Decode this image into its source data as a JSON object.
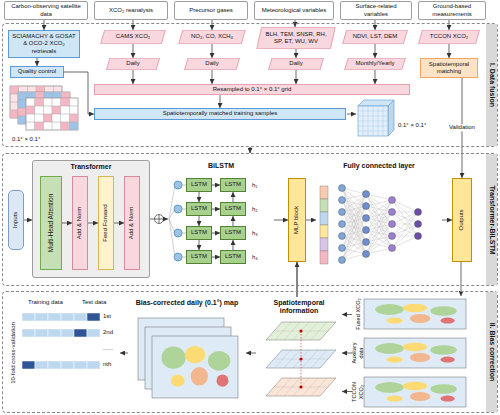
{
  "diagram": {
    "nodes": [
      {
        "text": [
          "I. Data fusion"
        ]
      },
      {
        "text": [
          "Transformer-BiLSTM"
        ]
      },
      {
        "text": [
          "II. Bias correction"
        ]
      },
      {
        "text": [
          "Carbon-observing satellite data"
        ]
      },
      {
        "text": [
          "XCO₂ reanalysis"
        ]
      },
      {
        "text": [
          "Precursor gases"
        ]
      },
      {
        "text": [
          "Meteorological variables"
        ]
      },
      {
        "text": [
          "Surface-related variables"
        ]
      },
      {
        "text": [
          "Ground-based measurements"
        ]
      },
      {
        "text": [
          "SCIAMACHY & GOSAT & OCO-2 XCO₂ retrievals"
        ],
        "in": 0
      },
      {
        "text": [
          "Quality control"
        ],
        "in": 0
      },
      {
        "text": [
          "CAMS XCO₂"
        ],
        "in": 0
      },
      {
        "text": [
          "Daily"
        ],
        "in": 0
      },
      {
        "text": [
          "NO₂, CO, XCH₄"
        ],
        "in": 0
      },
      {
        "text": [
          "Daily"
        ],
        "in": 0
      },
      {
        "text": [
          "BLH, TEM, SNSR, RH, SP, ET, WU, WV"
        ],
        "in": 0
      },
      {
        "text": [
          "Daily"
        ],
        "in": 0
      },
      {
        "text": [
          "NDVI, LST, DEM"
        ],
        "in": 0
      },
      {
        "text": [
          "Monthly/Yearly"
        ],
        "in": 0
      },
      {
        "text": [
          "TCCON XCO₂"
        ],
        "in": 0
      },
      {
        "text": [
          "Spatiotemporal matching"
        ],
        "in": 0
      },
      {
        "text": [
          "Resampled to 0.1° × 0.1° grid"
        ],
        "in": 0
      },
      {
        "text": [
          "Spatiotemporally matched training samples"
        ],
        "in": 0
      },
      {
        "text": [
          "Inputs"
        ],
        "in": 1
      },
      {
        "text": [
          "Transformer"
        ],
        "in": 1
      },
      {
        "text": [
          "Multi-Head Attention"
        ],
        "in": 24
      },
      {
        "text": [
          "Add & Norm"
        ],
        "in": 24
      },
      {
        "text": [
          "Feed Forward"
        ],
        "in": 24
      },
      {
        "text": [
          "Add & Norm"
        ],
        "in": 24
      },
      {
        "text": [
          "BiLSTM"
        ],
        "in": 1
      },
      {
        "text": [
          "LSTM"
        ],
        "in": 29
      },
      {
        "text": [
          "LSTM"
        ],
        "in": 29
      },
      {
        "text": [
          "LSTM"
        ],
        "in": 29
      },
      {
        "text": [
          "LSTM"
        ],
        "in": 29
      },
      {
        "text": [
          "LSTM"
        ],
        "in": 29
      },
      {
        "text": [
          "LSTM"
        ],
        "in": 29
      },
      {
        "text": [
          "LSTM"
        ],
        "in": 29
      },
      {
        "text": [
          "LSTM"
        ],
        "in": 29
      },
      {
        "text": [
          "MLP block"
        ],
        "in": 1
      },
      {
        "text": [
          "Fully connected layer"
        ],
        "in": 1
      },
      {
        "text": [
          "Outputs"
        ],
        "in": 1
      },
      {
        "text": [
          "10-fold cross-validation"
        ],
        "in": 2
      },
      {
        "text": [
          "Bias-corrected daily (0.1°) map"
        ],
        "in": 2
      },
      {
        "text": [
          "Spatiotemporal information"
        ],
        "in": 2
      },
      {
        "text": [
          "Fused XCO₂"
        ],
        "in": 2
      },
      {
        "text": [
          "Auxiliary data"
        ],
        "in": 2
      },
      {
        "text": [
          "TCCON XCO₂"
        ],
        "in": 2
      }
    ],
    "edges": [
      {
        "from": 3,
        "to": 9,
        "arrow": "to"
      },
      {
        "from": 4,
        "to": 11,
        "arrow": "to"
      },
      {
        "from": 5,
        "to": 13,
        "arrow": "to"
      },
      {
        "from": 6,
        "to": 15,
        "arrow": "to"
      },
      {
        "from": 7,
        "to": 17,
        "arrow": "to"
      },
      {
        "from": 8,
        "to": 19,
        "arrow": "to"
      },
      {
        "from": 9,
        "to": 10,
        "arrow": "to"
      },
      {
        "from": 11,
        "to": 12,
        "arrow": "to"
      },
      {
        "from": 13,
        "to": 14,
        "arrow": "to"
      },
      {
        "from": 15,
        "to": 16,
        "arrow": "to"
      },
      {
        "from": 17,
        "to": 18,
        "arrow": "to"
      },
      {
        "from": 19,
        "to": 20,
        "arrow": "to"
      },
      {
        "from": 12,
        "to": 21,
        "arrow": "to"
      },
      {
        "from": 14,
        "to": 21,
        "arrow": "to"
      },
      {
        "from": 16,
        "to": 21,
        "arrow": "to"
      },
      {
        "from": 18,
        "to": 21,
        "arrow": "to"
      },
      {
        "from": 10,
        "to": 22,
        "arrow": "to"
      },
      {
        "from": 21,
        "to": 22,
        "arrow": "to"
      },
      {
        "from": 20,
        "to": 40,
        "label": "Validation",
        "arrow": "to"
      },
      {
        "from": 0,
        "to": 1,
        "arrow": "to"
      },
      {
        "from": 23,
        "to": 24,
        "arrow": "to"
      },
      {
        "from": 25,
        "to": 26,
        "arrow": "to"
      },
      {
        "from": 26,
        "to": 27,
        "arrow": "to"
      },
      {
        "from": 27,
        "to": 28,
        "arrow": "to"
      },
      {
        "from": 24,
        "to": 29,
        "arrow": "to"
      },
      {
        "from": 30,
        "to": 31,
        "arrow": "to"
      },
      {
        "from": 31,
        "to": 32,
        "arrow": "to"
      },
      {
        "from": 32,
        "to": 33,
        "arrow": "to"
      },
      {
        "from": 37,
        "to": 36,
        "arrow": "to"
      },
      {
        "from": 36,
        "to": 35,
        "arrow": "to"
      },
      {
        "from": 35,
        "to": 34,
        "arrow": "to"
      },
      {
        "from": 30,
        "to": 34,
        "arrow": "to"
      },
      {
        "from": 31,
        "to": 35,
        "arrow": "to"
      },
      {
        "from": 32,
        "to": 36,
        "arrow": "to"
      },
      {
        "from": 33,
        "to": 37,
        "arrow": "to"
      },
      {
        "from": 29,
        "to": 38,
        "arrow": "to"
      },
      {
        "from": 38,
        "to": 39,
        "arrow": "to"
      },
      {
        "from": 39,
        "to": 40,
        "arrow": "to"
      },
      {
        "from": 40,
        "to": 44,
        "arrow": "to"
      },
      {
        "from": 44,
        "to": 43,
        "arrow": "to"
      },
      {
        "from": 45,
        "to": 43,
        "arrow": "to"
      },
      {
        "from": 46,
        "to": 43,
        "arrow": "to"
      },
      {
        "from": 43,
        "to": 42,
        "arrow": "to"
      },
      {
        "from": 42,
        "to": 41,
        "arrow": "to"
      },
      {
        "from": 43,
        "to": 38,
        "arrow": "to"
      }
    ],
    "labels": [
      "0.1° × 0.1°",
      "0.1° × 0.1°",
      "h₁",
      "h₂",
      "h₃",
      "h₄",
      "Training data",
      "Test data",
      "1st",
      "2nd",
      "......",
      "nth"
    ]
  }
}
